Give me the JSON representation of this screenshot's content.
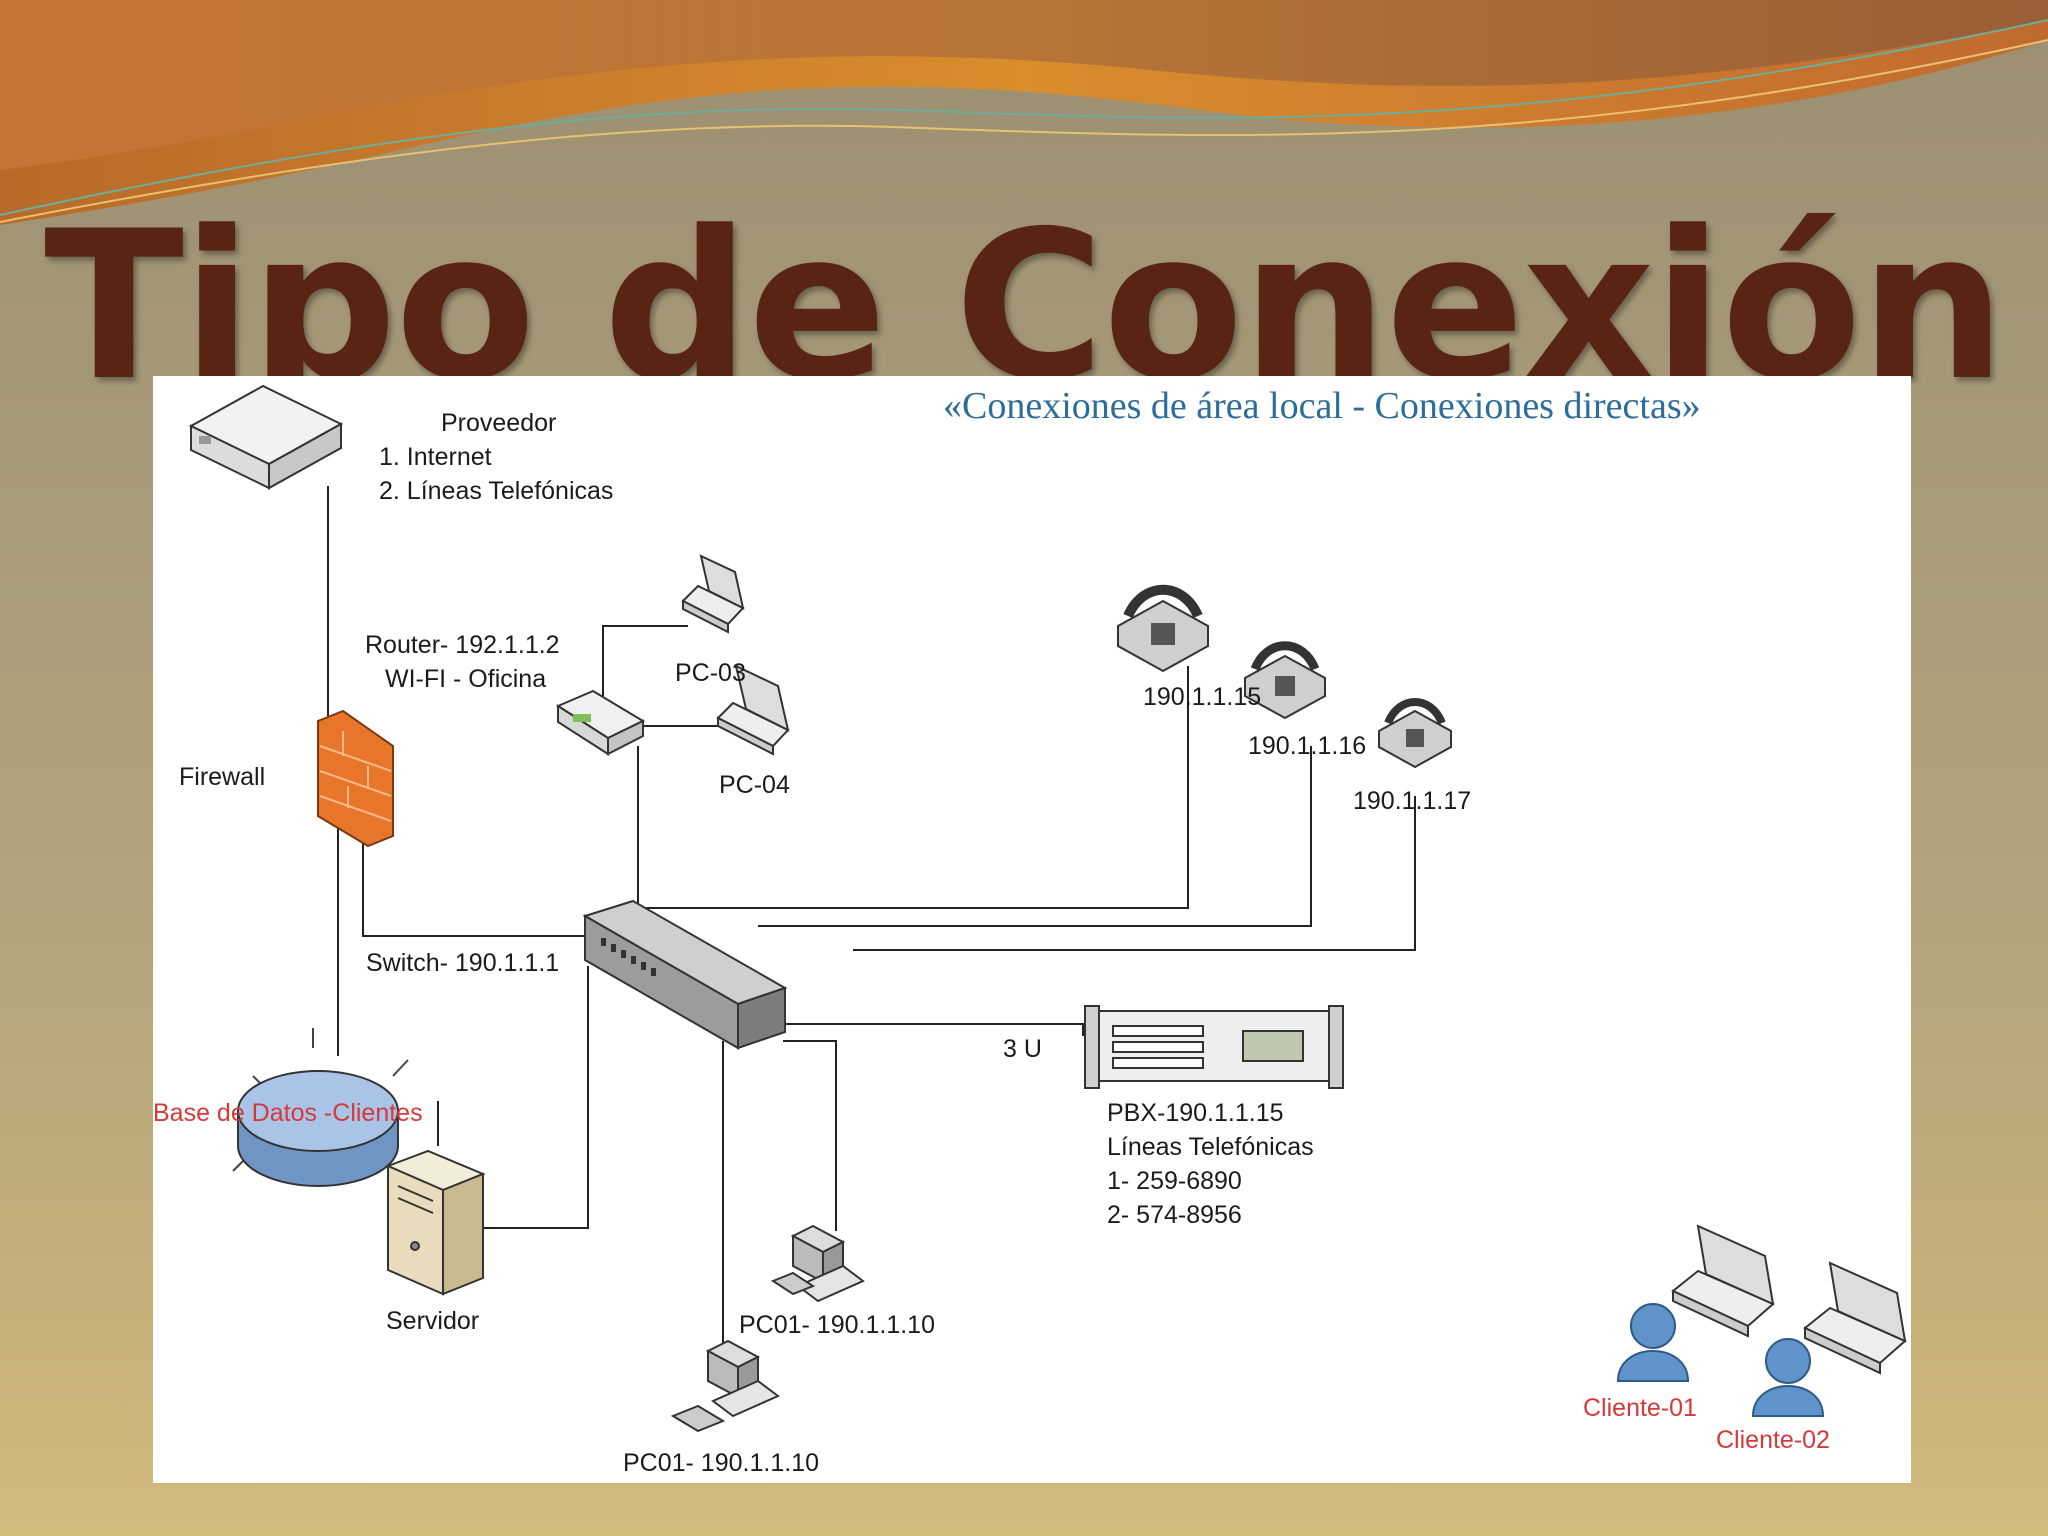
{
  "title": "Tipo de Conexión",
  "diagram": {
    "subtitle": "«Conexiones de área local  - Conexiones directas»",
    "proveedor": {
      "heading": "Proveedor",
      "lines": [
        "1. Internet",
        "2. Líneas Telefónicas"
      ]
    },
    "router": {
      "line1": "Router- 192.1.1.2",
      "line2": "WI-FI - Oficina"
    },
    "pc03": "PC-03",
    "pc04": "PC-04",
    "firewall": "Firewall",
    "switch": "Switch- 190.1.1.1",
    "database": "Base de Datos -Clientes",
    "servidor": "Servidor",
    "phones": [
      "190.1.1.15",
      "190.1.1.16",
      "190.1.1.17"
    ],
    "rack_units": "3 U",
    "pbx": {
      "name": "PBX-190.1.1.15",
      "heading": "Líneas Telefónicas",
      "lines": [
        "1- 259-6890",
        "2- 574-8956"
      ]
    },
    "pc01_a": "PC01- 190.1.1.10",
    "pc01_b": "PC01- 190.1.1.10",
    "clients": [
      "Cliente-01",
      "Cliente-02"
    ]
  },
  "colors": {
    "title": "#5a2413",
    "subtitle": "#2d6d9a",
    "client_label": "#d43a3a",
    "firewall": "#e8762a",
    "database": "#8fb1dc",
    "user": "#5f93c9"
  }
}
